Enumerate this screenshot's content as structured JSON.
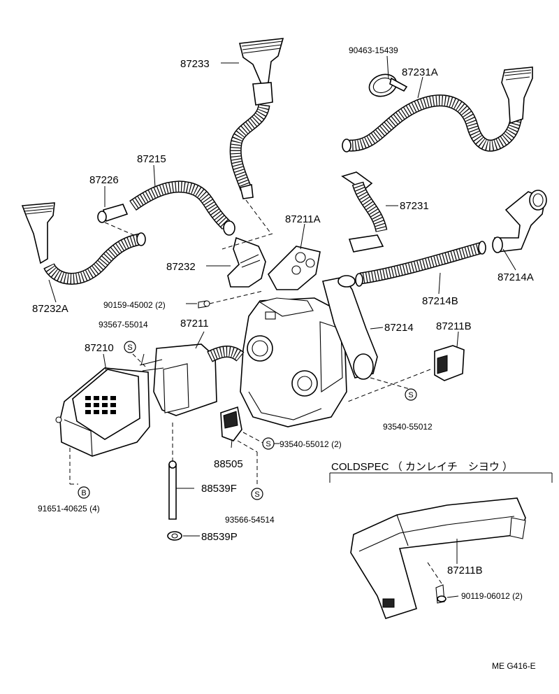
{
  "labels": {
    "p87233": "87233",
    "p90463": "90463-15439",
    "p87231A": "87231A",
    "p87215": "87215",
    "p87226": "87226",
    "p87231": "87231",
    "p87211A": "87211A",
    "p87232A": "87232A",
    "p87232": "87232",
    "p87214A": "87214A",
    "p87214B": "87214B",
    "p90159": "90159-45002 (2)",
    "p93567": "93567-55014",
    "p87211": "87211",
    "p87214": "87214",
    "p87211B_top": "87211B",
    "p87210": "87210",
    "p93540_right": "93540-55012",
    "p93540_mid": "93540-55012 (2)",
    "p88505": "88505",
    "coldspec": "COLDSPEC （ カンレイチ　シヨウ ）",
    "p88539F": "88539F",
    "p91651": "91651-40625 (4)",
    "p93566": "93566-54514",
    "p88539P": "88539P",
    "p87211B_bottom": "87211B",
    "p90119": "90119-06012 (2)",
    "footer": "ME  G416-E"
  },
  "symbols": {
    "s": "S",
    "b": "B"
  }
}
